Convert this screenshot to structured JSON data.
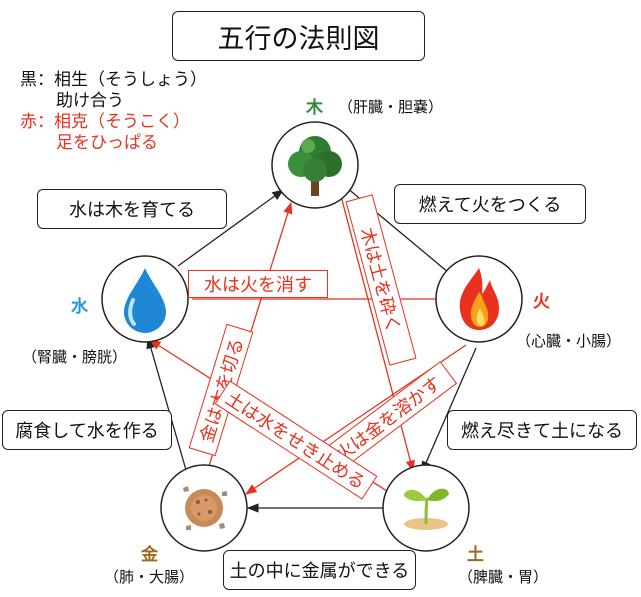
{
  "title": "五行の法則図",
  "legend": {
    "black_line1": "黒：相生（そうしょう）",
    "black_line2": "助け合う",
    "red_line1": "赤：相克（そうこく）",
    "red_line2": "足をひっぱる"
  },
  "elements": {
    "wood": {
      "name": "木",
      "organs": "（肝臓・胆嚢）",
      "color": "#2e8b3a"
    },
    "fire": {
      "name": "火",
      "organs": "（心臓・小腸）",
      "color": "#e8321e"
    },
    "earth": {
      "name": "土",
      "organs": "（脾臓・胃）",
      "color": "#9a6a1e"
    },
    "metal": {
      "name": "金",
      "organs": "（肺・大腸）",
      "color": "#9a6a1e"
    },
    "water": {
      "name": "水",
      "organs": "（腎臓・膀胱）",
      "color": "#1e9ad6"
    }
  },
  "generating": {
    "wood_to_fire": "燃えて火をつくる",
    "fire_to_earth": "燃え尽きて土になる",
    "earth_to_metal": "土の中に金属ができる",
    "metal_to_water": "腐食して水を作る",
    "water_to_wood": "水は木を育てる"
  },
  "controlling": {
    "water_fire": "水は火を消す",
    "wood_earth": "木は土を砕く",
    "fire_metal": "火は金を溶かす",
    "metal_wood": "金は木を切る",
    "earth_water": "土は水をせき止める"
  },
  "colors": {
    "black_arrow": "#222222",
    "red_arrow": "#e8321e"
  }
}
